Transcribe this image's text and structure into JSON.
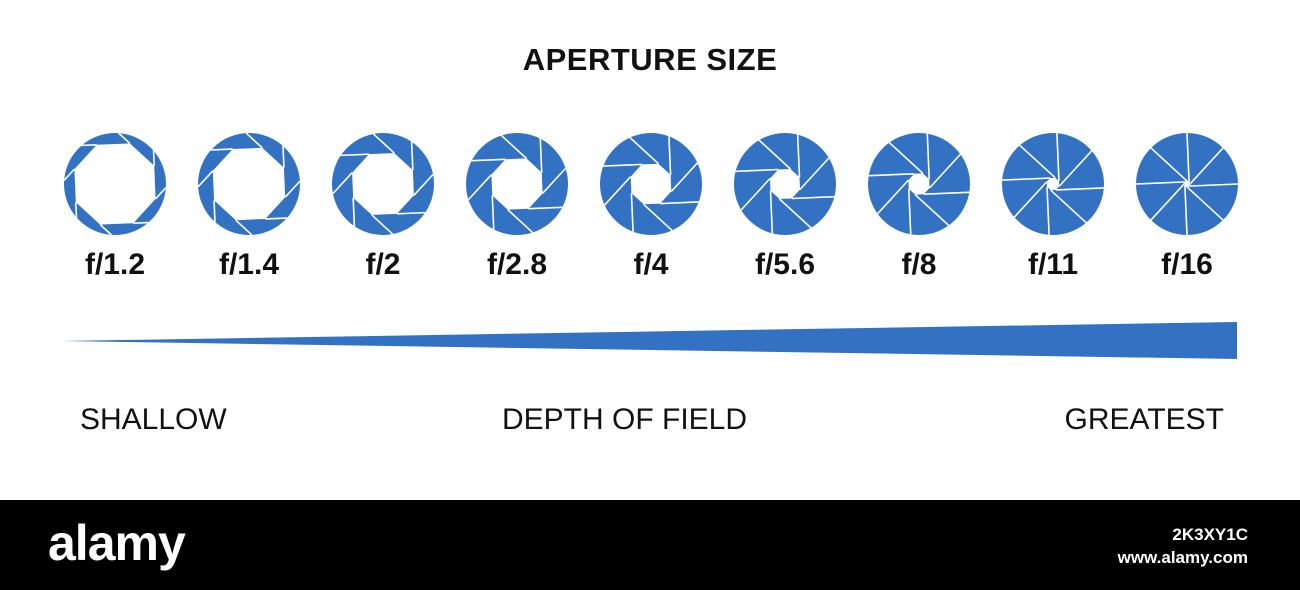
{
  "title": "APERTURE SIZE",
  "accent_color": "#3372c2",
  "apertures": [
    {
      "label": "f/1.2",
      "opening": 0.92
    },
    {
      "label": "f/1.4",
      "opening": 0.82
    },
    {
      "label": "f/2",
      "opening": 0.7
    },
    {
      "label": "f/2.8",
      "opening": 0.58
    },
    {
      "label": "f/4",
      "opening": 0.46
    },
    {
      "label": "f/5.6",
      "opening": 0.34
    },
    {
      "label": "f/8",
      "opening": 0.24
    },
    {
      "label": "f/11",
      "opening": 0.14
    },
    {
      "label": "f/16",
      "opening": 0.05
    }
  ],
  "depth": {
    "left_label": "SHALLOW",
    "center_label": "DEPTH OF FIELD",
    "right_label": "GREATEST"
  },
  "footer": {
    "logo": "alamy",
    "image_id": "2K3XY1C",
    "site": "www.alamy.com"
  }
}
